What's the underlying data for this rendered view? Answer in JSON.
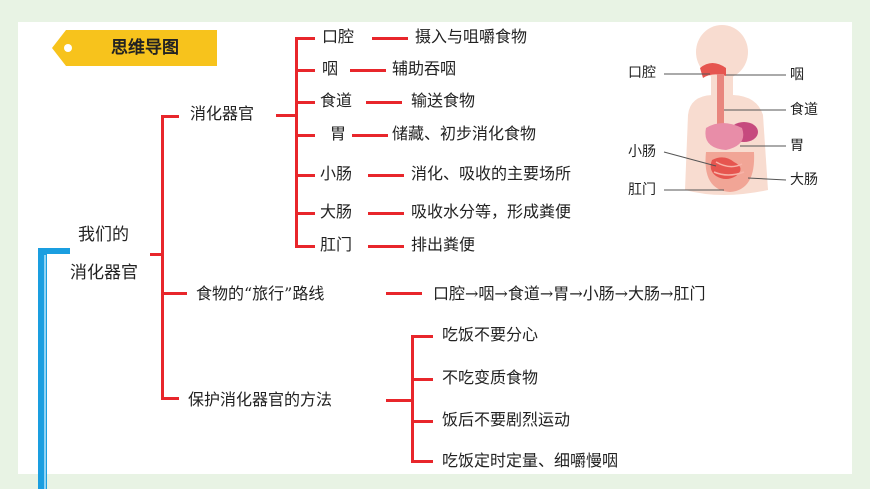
{
  "header_tag": "思维导图",
  "root": {
    "line1": "我们的",
    "line2": "消化器官"
  },
  "branches": {
    "organs": {
      "label": "消化器官",
      "items": [
        {
          "organ": "口腔",
          "function": "摄入与咀嚼食物"
        },
        {
          "organ": "咽",
          "function": "辅助吞咽"
        },
        {
          "organ": "食道",
          "function": "输送食物"
        },
        {
          "organ": "胃",
          "function": "储藏、初步消化食物"
        },
        {
          "organ": "小肠",
          "function": "消化、吸收的主要场所"
        },
        {
          "organ": "大肠",
          "function": "吸收水分等，形成粪便"
        },
        {
          "organ": "肛门",
          "function": "排出粪便"
        }
      ]
    },
    "route": {
      "label": "食物的“旅行”路线",
      "path": "口腔→咽→食道→胃→小肠→大肠→肛门"
    },
    "protect": {
      "label": "保护消化器官的方法",
      "items": [
        "吃饭不要分心",
        "不吃变质食物",
        "饭后不要剧烈运动",
        "吃饭定时定量、细嚼慢咽"
      ]
    }
  },
  "figure_labels": {
    "mouth": "口腔",
    "pharynx": "咽",
    "esophagus": "食道",
    "small_intestine": "小肠",
    "stomach": "胃",
    "anus": "肛门",
    "large_intestine": "大肠"
  },
  "colors": {
    "background": "#e8f3e4",
    "branch_line": "#e8262b",
    "tag": "#f7c31c",
    "side_bar": "#1a9ee0"
  }
}
